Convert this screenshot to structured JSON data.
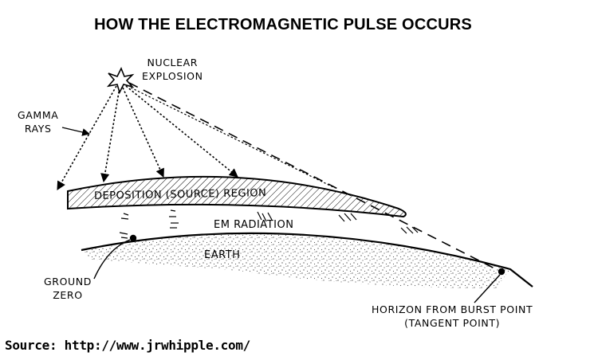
{
  "title": "HOW THE ELECTROMAGNETIC PULSE OCCURS",
  "labels": {
    "nuclear_explosion": [
      "NUCLEAR",
      "EXPLOSION"
    ],
    "gamma_rays": [
      "GAMMA",
      "RAYS"
    ],
    "deposition_region": "DEPOSITION (SOURCE) REGION",
    "em_radiation": "EM RADIATION",
    "earth": "EARTH",
    "ground_zero": [
      "GROUND",
      "ZERO"
    ],
    "horizon": [
      "HORIZON FROM BURST POINT",
      "(TANGENT POINT)"
    ]
  },
  "source": "Source: http://www.jrwhipple.com/",
  "colors": {
    "ink": "#000000",
    "background": "#ffffff",
    "earth_stipple": "#5a5a5a"
  },
  "icons": {
    "burst": "star-burst-icon"
  }
}
